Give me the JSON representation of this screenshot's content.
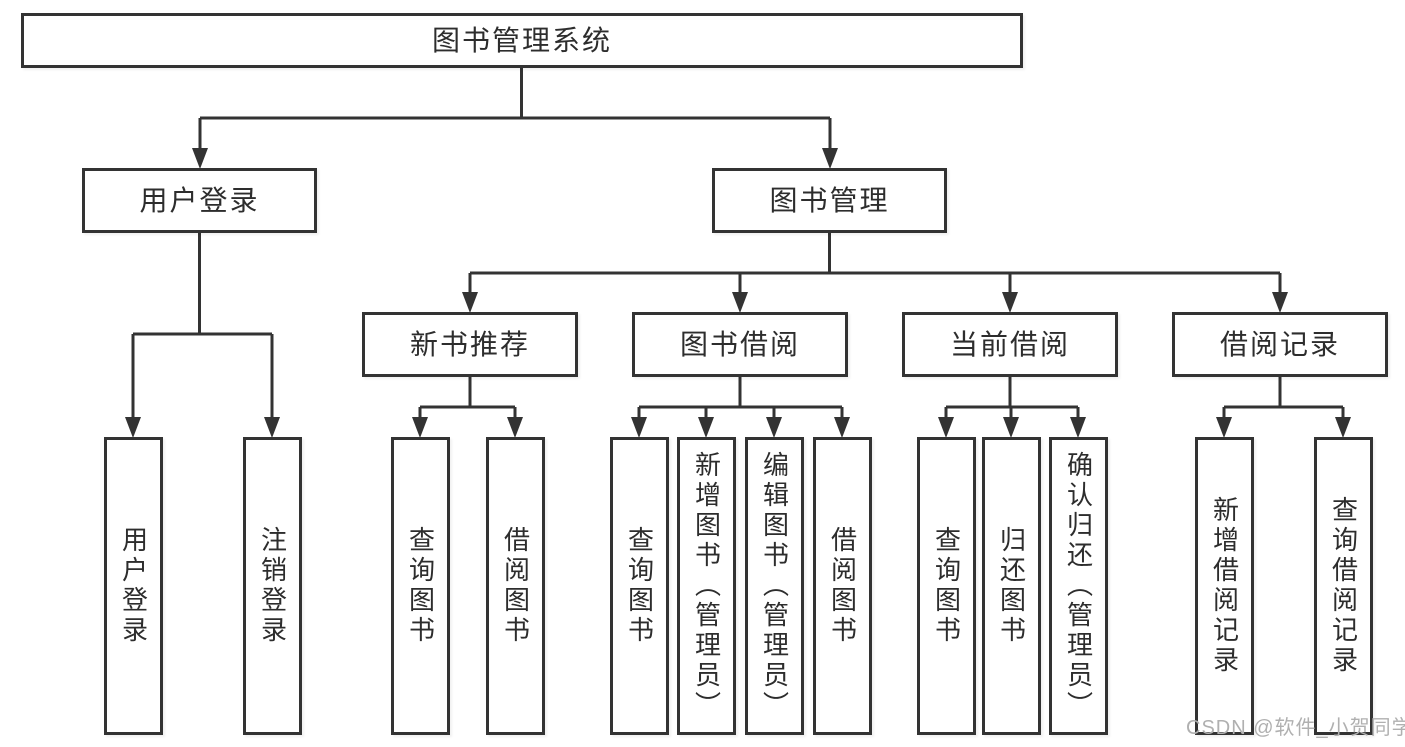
{
  "tree": {
    "label": "图书管理系统",
    "children": [
      {
        "label": "用户登录",
        "children": [
          {
            "label": "用户登录"
          },
          {
            "label": "注销登录"
          }
        ]
      },
      {
        "label": "图书管理",
        "children": [
          {
            "label": "新书推荐",
            "children": [
              {
                "label": "查询图书"
              },
              {
                "label": "借阅图书"
              }
            ]
          },
          {
            "label": "图书借阅",
            "children": [
              {
                "label": "查询图书"
              },
              {
                "label": "新增图书（管理员）"
              },
              {
                "label": "编辑图书（管理员）"
              },
              {
                "label": "借阅图书"
              }
            ]
          },
          {
            "label": "当前借阅",
            "children": [
              {
                "label": "查询图书"
              },
              {
                "label": "归还图书"
              },
              {
                "label": "确认归还（管理员）"
              }
            ]
          },
          {
            "label": "借阅记录",
            "children": [
              {
                "label": "新增借阅记录"
              },
              {
                "label": "查询借阅记录"
              }
            ]
          }
        ]
      }
    ]
  },
  "watermark": {
    "text": "CSDN @软件_小贺同学"
  },
  "colors": {
    "line": "#333333",
    "border": "#333333",
    "text": "#2d2d2d",
    "background": "#ffffff",
    "watermark": "#b0b0b0"
  }
}
